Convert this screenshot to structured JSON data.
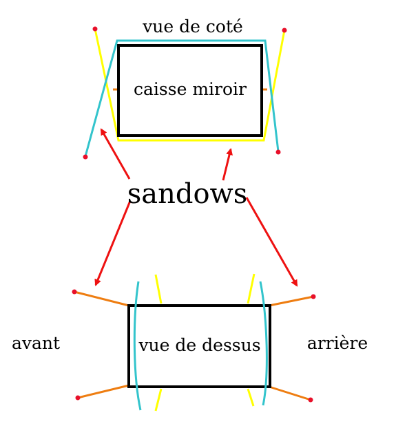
{
  "labels": {
    "side_view_title": "vue de coté",
    "box_label": "caisse miroir",
    "center_label": "sandows",
    "top_view_label": "vue de dessus",
    "front_label": "avant",
    "rear_label": "arrière"
  },
  "colors": {
    "box_outline": "#000000",
    "strap_yellow": "#ffff00",
    "strap_cyan": "#33c4cc",
    "strap_orange": "#ee7d11",
    "arrow_red": "#ee1111",
    "endpoint_red": "#e8102a"
  }
}
